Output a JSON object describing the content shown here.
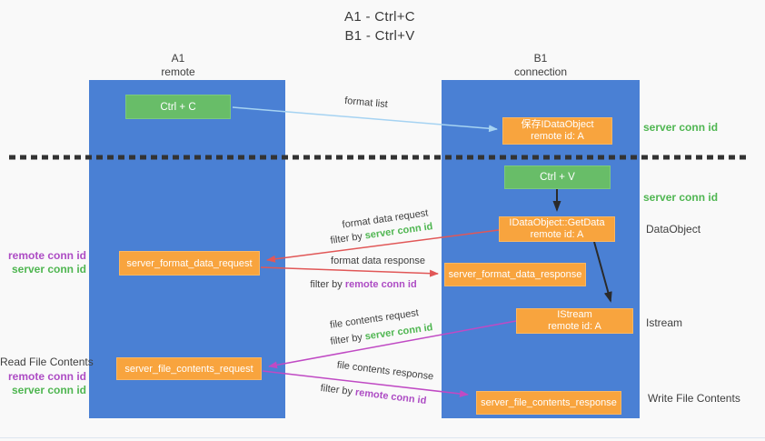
{
  "title": {
    "line1": "A1 - Ctrl+C",
    "line2": "B1 - Ctrl+V"
  },
  "lanes": {
    "left": {
      "name": "A1",
      "role": "remote"
    },
    "right": {
      "name": "B1",
      "role": "connection"
    }
  },
  "boxes": {
    "ctrl_c": "Ctrl + C",
    "ctrl_v": "Ctrl + V",
    "save_dataobject": {
      "line1": "保存IDataObject",
      "line2": "remote id: A"
    },
    "getdata": {
      "line1": "IDataObject::GetData",
      "line2": "remote id: A"
    },
    "istream": {
      "line1": "IStream",
      "line2": "remote id: A"
    },
    "format_request": "server_format_data_request",
    "format_response": "server_format_data_response",
    "file_request": "server_file_contents_request",
    "file_response": "server_file_contents_response"
  },
  "arrows": {
    "format_list": "format list",
    "format_data_request": "format data request",
    "format_data_response": "format data response",
    "file_contents_request": "file contents request",
    "file_contents_response": "file contents response",
    "filter_by": "filter by "
  },
  "ids": {
    "server_conn_id": "server conn id",
    "remote_conn_id": "remote conn id"
  },
  "side_labels": {
    "dataobject": "DataObject",
    "istream": "Istream",
    "read_file_contents": "Read File Contents",
    "write_file_contents": "Write File Contents"
  },
  "colors": {
    "lane_blue": "#4a80d4",
    "box_green": "#68bd68",
    "box_orange": "#f8a43e",
    "text_green": "#4fb651",
    "text_purple": "#ad4cc4",
    "arrow_red": "#e15757",
    "arrow_magenta": "#c04ac4",
    "arrow_lightblue": "#a6d3f2",
    "arrow_black": "#2a2a2a",
    "dashed_divider": "#333333",
    "background": "#f9f9f9"
  }
}
